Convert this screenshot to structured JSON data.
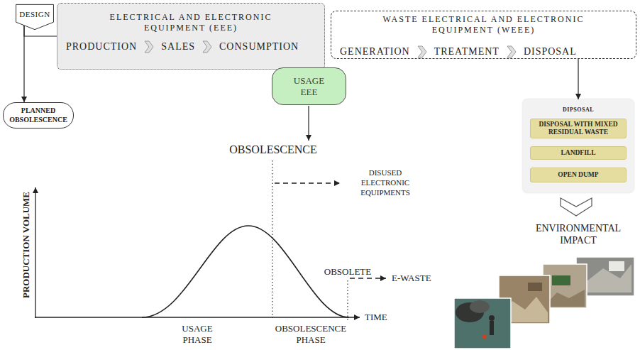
{
  "diagram": {
    "nodes": [
      {
        "text": [
          "DESIGN"
        ]
      },
      {
        "text": [
          "ELECTRICAL AND ELECTRONIC EQUIPMENT (EEE)",
          "PRODUCTION",
          "SALES",
          "CONSUMPTION"
        ]
      },
      {
        "text": [
          "USAGE EEE"
        ]
      },
      {
        "text": [
          "PLANNED OBSOLESCENCE"
        ]
      },
      {
        "text": [
          "WASTE ELECTRICAL AND ELECTRONIC EQUIPMENT (WEEE)",
          "GENERATION",
          "TREATMENT",
          "DISPOSAL"
        ]
      },
      {
        "text": [
          "DIPSOSAL"
        ]
      },
      {
        "text": [
          "DISPOSAL WITH MIXED RESIDUAL WASTE"
        ],
        "in": 5
      },
      {
        "text": [
          "LANDFILL"
        ],
        "in": 5
      },
      {
        "text": [
          "OPEN DUMP"
        ],
        "in": 5
      }
    ],
    "edges": [
      {
        "from": 0,
        "to": 3,
        "arrow": "to"
      },
      {
        "from": 0,
        "to": 1,
        "arrow": "none"
      },
      {
        "from": 4,
        "to": 5,
        "arrow": "to"
      }
    ],
    "labels": [
      "OBSOLESCENCE",
      "DISUSED ELECTRONIC EQUIPMENTS",
      "OBSOLETE",
      "PRODUCTION VOLUME",
      "E-WASTE",
      "TIME",
      "USAGE PHASE",
      "OBSOLESCENCE PHASE",
      "ENVIRONMENTAL IMPACT"
    ]
  }
}
